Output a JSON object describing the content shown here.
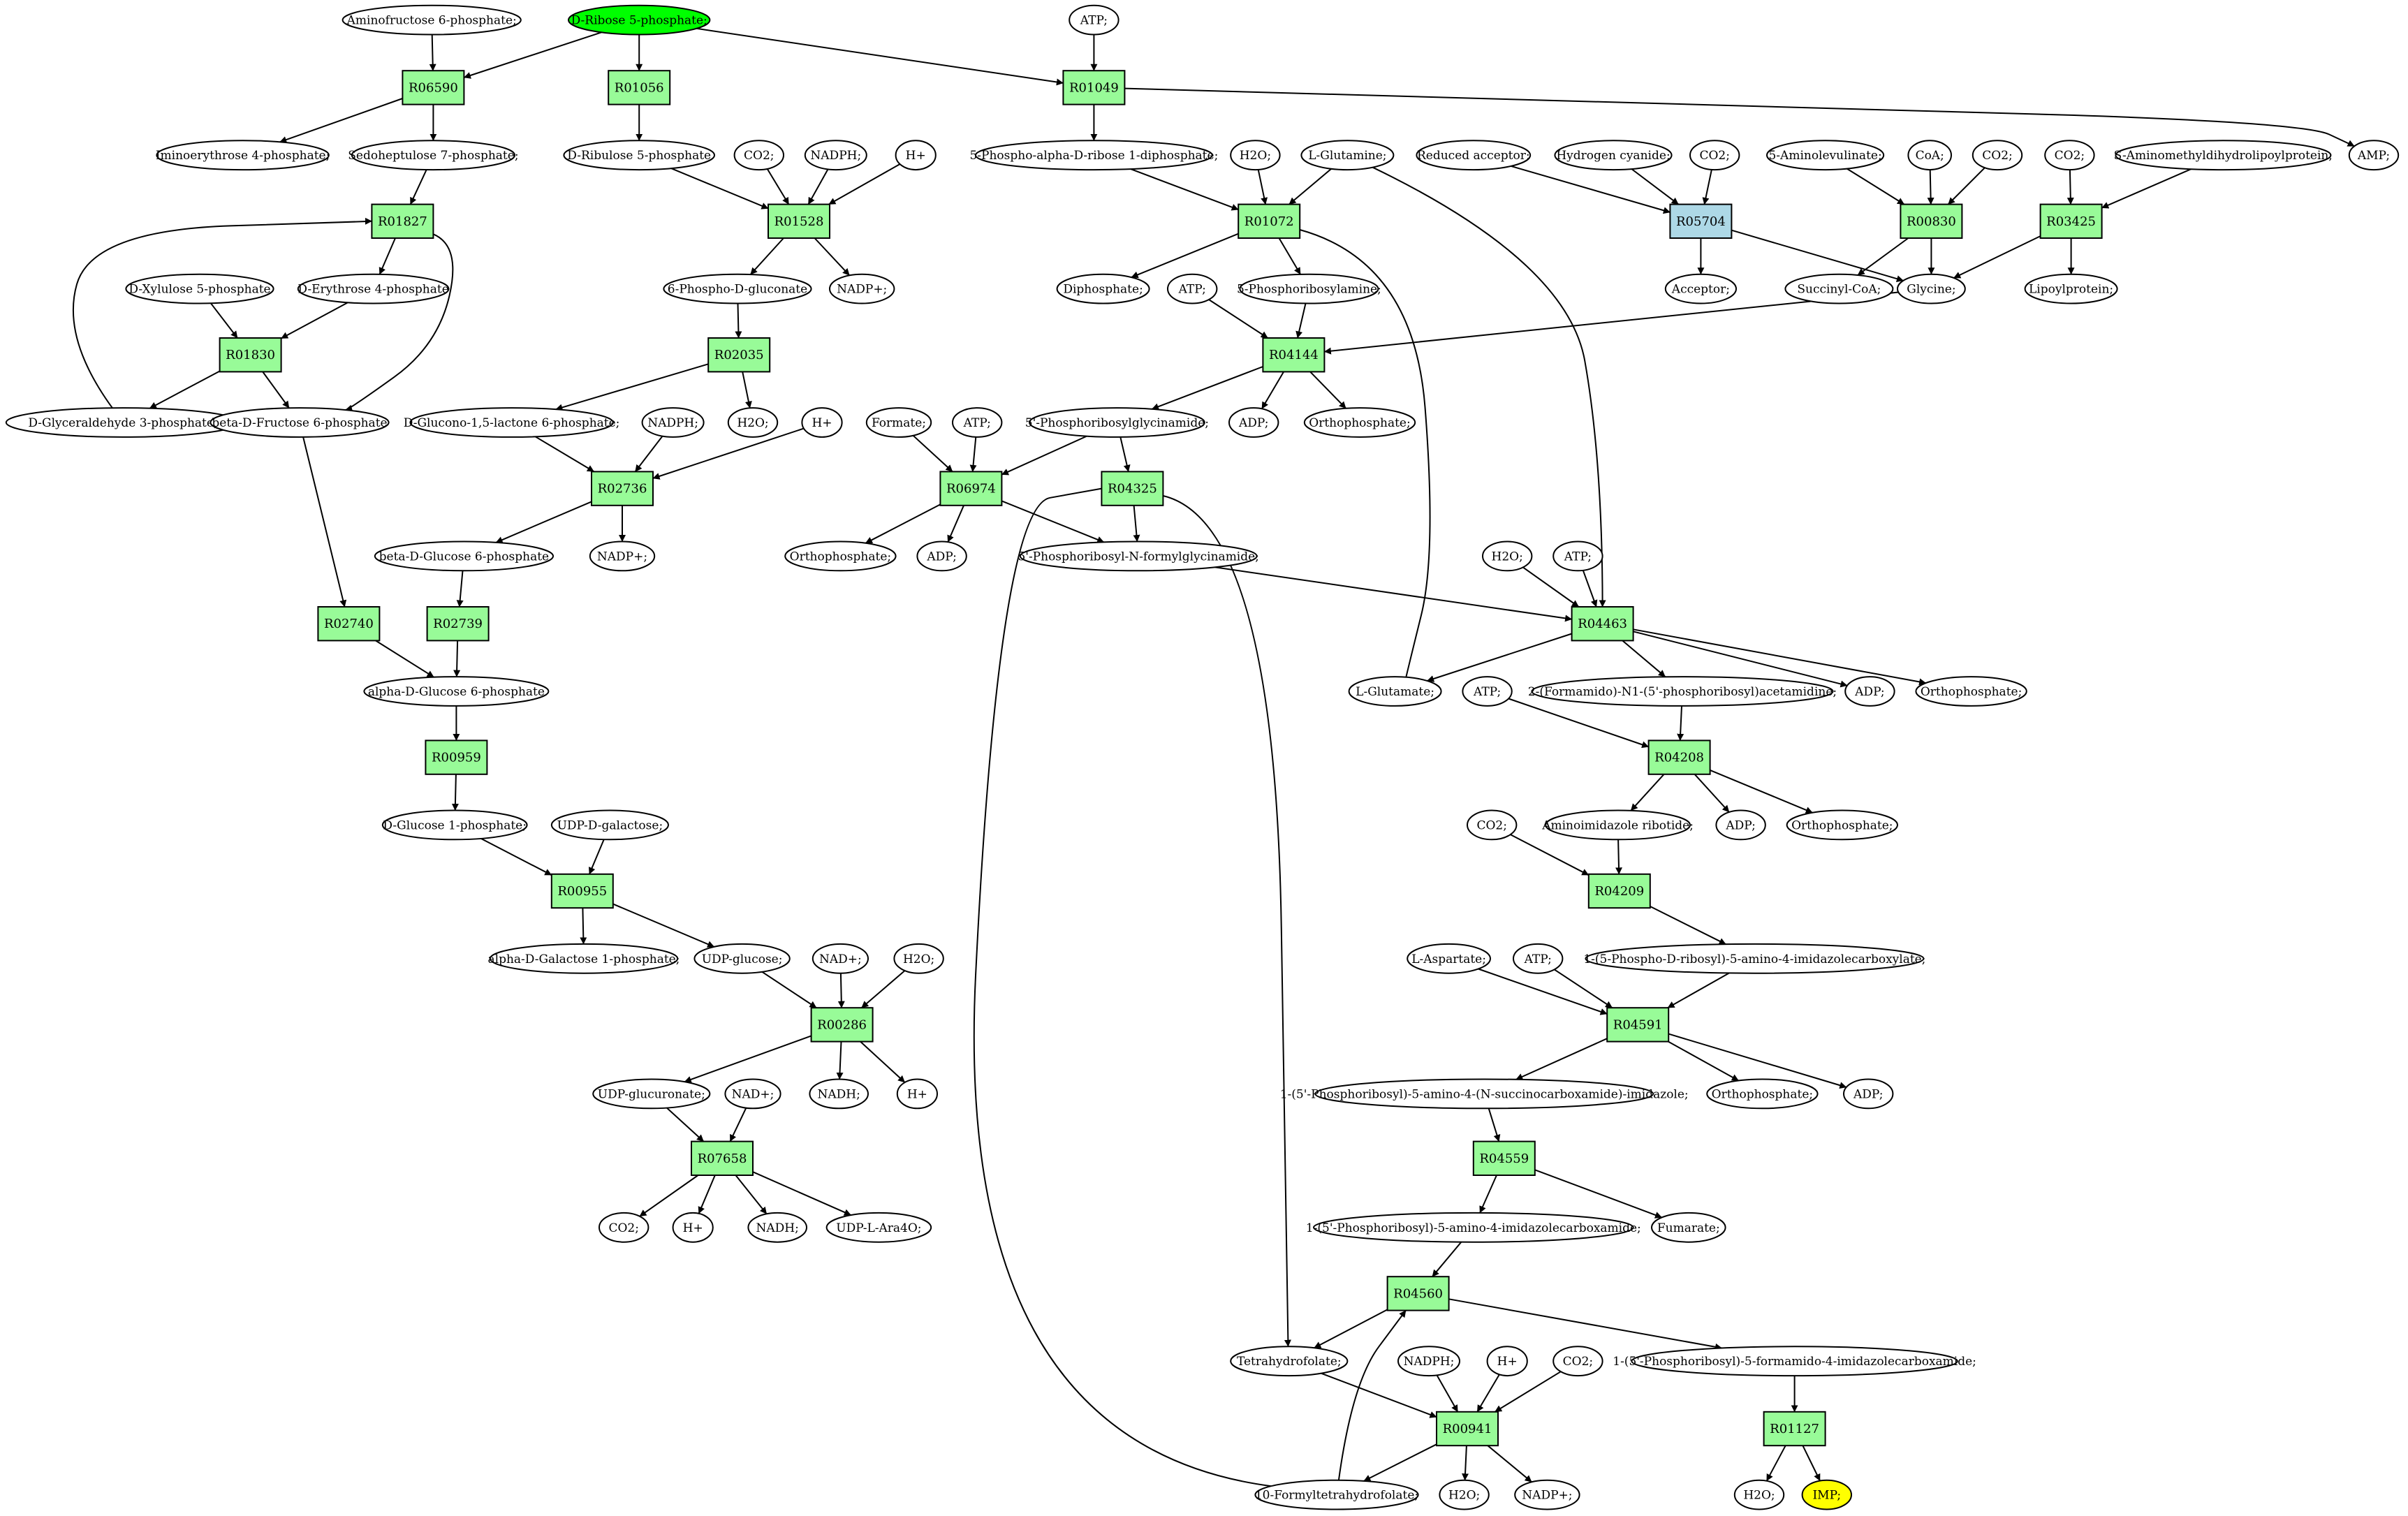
{
  "diagram": {
    "colors": {
      "reaction": "#98FB98",
      "reaction_highlight": "#ADD8E6",
      "start_compound": "#00FF00",
      "end_compound": "#FFFF00",
      "compound": "#FFFFFF",
      "stroke": "#000000"
    },
    "compounds": [
      {
        "id": "c_aminofructose",
        "label": "Aminofructose 6-phosphate;"
      },
      {
        "id": "c_ribose5p",
        "label": "D-Ribose 5-phosphate;",
        "role": "start"
      },
      {
        "id": "c_atp1",
        "label": "ATP;"
      },
      {
        "id": "c_iminoerythrose",
        "label": "Iminoerythrose 4-phosphate;"
      },
      {
        "id": "c_sedoheptulose",
        "label": "Sedoheptulose 7-phosphate;"
      },
      {
        "id": "c_ribulose5p",
        "label": "D-Ribulose 5-phosphate"
      },
      {
        "id": "c_co2_a",
        "label": "CO2;"
      },
      {
        "id": "c_nadph_a",
        "label": "NADPH;"
      },
      {
        "id": "c_hplus_a",
        "label": "H+"
      },
      {
        "id": "c_prpp",
        "label": "5-Phospho-alpha-D-ribose 1-diphosphate;"
      },
      {
        "id": "c_h2o_a",
        "label": "H2O;"
      },
      {
        "id": "c_glutamine",
        "label": "L-Glutamine;"
      },
      {
        "id": "c_redacceptor",
        "label": "Reduced acceptor;"
      },
      {
        "id": "c_hcn",
        "label": "Hydrogen cyanide;"
      },
      {
        "id": "c_co2_b",
        "label": "CO2;"
      },
      {
        "id": "c_ala",
        "label": "5-Aminolevulinate;"
      },
      {
        "id": "c_coa",
        "label": "CoA;"
      },
      {
        "id": "c_co2_c",
        "label": "CO2;"
      },
      {
        "id": "c_co2_d",
        "label": "CO2;"
      },
      {
        "id": "c_smdlp",
        "label": "S-Aminomethyldihydrolipoylprotein;"
      },
      {
        "id": "c_amp",
        "label": "AMP;"
      },
      {
        "id": "c_xylulose5p",
        "label": "D-Xylulose 5-phosphate"
      },
      {
        "id": "c_erythrose4p",
        "label": "D-Erythrose 4-phosphate"
      },
      {
        "id": "c_6pg",
        "label": "6-Phospho-D-gluconate"
      },
      {
        "id": "c_nadp_a",
        "label": "NADP+;"
      },
      {
        "id": "c_diphosphate",
        "label": "Diphosphate;"
      },
      {
        "id": "c_pra",
        "label": "5-Phosphoribosylamine;"
      },
      {
        "id": "c_atp2",
        "label": "ATP;"
      },
      {
        "id": "c_acceptor",
        "label": "Acceptor;"
      },
      {
        "id": "c_succoa",
        "label": "Succinyl-CoA;"
      },
      {
        "id": "c_glycine",
        "label": "Glycine;"
      },
      {
        "id": "c_lipoylprotein",
        "label": "Lipoylprotein;"
      },
      {
        "id": "c_g3p",
        "label": "D-Glyceraldehyde 3-phosphate;"
      },
      {
        "id": "c_f6p",
        "label": "beta-D-Fructose 6-phosphate"
      },
      {
        "id": "c_gluconolactone",
        "label": "D-Glucono-1,5-lactone 6-phosphate;"
      },
      {
        "id": "c_nadph_b",
        "label": "NADPH;"
      },
      {
        "id": "c_h2o_b",
        "label": "H2O;"
      },
      {
        "id": "c_hplus_b",
        "label": "H+"
      },
      {
        "id": "c_formate",
        "label": "Formate;"
      },
      {
        "id": "c_atp3",
        "label": "ATP;"
      },
      {
        "id": "c_gar",
        "label": "5'-Phosphoribosylglycinamide;"
      },
      {
        "id": "c_adp_a",
        "label": "ADP;"
      },
      {
        "id": "c_pi_a",
        "label": "Orthophosphate;"
      },
      {
        "id": "c_pi_b",
        "label": "Orthophosphate;"
      },
      {
        "id": "c_adp_b",
        "label": "ADP;"
      },
      {
        "id": "c_fgar",
        "label": "5'-Phosphoribosyl-N-formylglycinamide;"
      },
      {
        "id": "c_bg6p",
        "label": "beta-D-Glucose 6-phosphate"
      },
      {
        "id": "c_nadp_b",
        "label": "NADP+;"
      },
      {
        "id": "c_h2o_c",
        "label": "H2O;"
      },
      {
        "id": "c_atp4",
        "label": "ATP;"
      },
      {
        "id": "c_ag6p",
        "label": "alpha-D-Glucose 6-phosphate"
      },
      {
        "id": "c_glutamate",
        "label": "L-Glutamate;"
      },
      {
        "id": "c_fgam",
        "label": "2-(Formamido)-N1-(5'-phosphoribosyl)acetamidine;"
      },
      {
        "id": "c_adp_c",
        "label": "ADP;"
      },
      {
        "id": "c_pi_c",
        "label": "Orthophosphate;"
      },
      {
        "id": "c_atp5",
        "label": "ATP;"
      },
      {
        "id": "c_g1p",
        "label": "D-Glucose 1-phosphate;"
      },
      {
        "id": "c_udpgal",
        "label": "UDP-D-galactose;"
      },
      {
        "id": "c_co2_e",
        "label": "CO2;"
      },
      {
        "id": "c_air",
        "label": "Aminoimidazole ribotide;"
      },
      {
        "id": "c_adp_d",
        "label": "ADP;"
      },
      {
        "id": "c_pi_d",
        "label": "Orthophosphate;"
      },
      {
        "id": "c_gal1p",
        "label": "alpha-D-Galactose 1-phosphate;"
      },
      {
        "id": "c_udpglc",
        "label": "UDP-glucose;"
      },
      {
        "id": "c_nad_a",
        "label": "NAD+;"
      },
      {
        "id": "c_h2o_d",
        "label": "H2O;"
      },
      {
        "id": "c_cair",
        "label": "1-(5-Phospho-D-ribosyl)-5-amino-4-imidazolecarboxylate;"
      },
      {
        "id": "c_aspartate",
        "label": "L-Aspartate;"
      },
      {
        "id": "c_atp6",
        "label": "ATP;"
      },
      {
        "id": "c_udpglcua",
        "label": "UDP-glucuronate;"
      },
      {
        "id": "c_nad_b",
        "label": "NAD+;"
      },
      {
        "id": "c_nadh_a",
        "label": "NADH;"
      },
      {
        "id": "c_hplus_c",
        "label": "H+"
      },
      {
        "id": "c_saicar",
        "label": "1-(5'-Phosphoribosyl)-5-amino-4-(N-succinocarboxamide)-imidazole;"
      },
      {
        "id": "c_pi_e",
        "label": "Orthophosphate;"
      },
      {
        "id": "c_adp_e",
        "label": "ADP;"
      },
      {
        "id": "c_co2_f",
        "label": "CO2;"
      },
      {
        "id": "c_hplus_d",
        "label": "H+"
      },
      {
        "id": "c_nadh_b",
        "label": "NADH;"
      },
      {
        "id": "c_udpara4o",
        "label": "UDP-L-Ara4O;"
      },
      {
        "id": "c_aicar",
        "label": "1-(5'-Phosphoribosyl)-5-amino-4-imidazolecarboxamide;"
      },
      {
        "id": "c_fumarate",
        "label": "Fumarate;"
      },
      {
        "id": "c_thf",
        "label": "Tetrahydrofolate;"
      },
      {
        "id": "c_nadph_c",
        "label": "NADPH;"
      },
      {
        "id": "c_hplus_e",
        "label": "H+"
      },
      {
        "id": "c_co2_g",
        "label": "CO2;"
      },
      {
        "id": "c_faicar",
        "label": "1-(5'-Phosphoribosyl)-5-formamido-4-imidazolecarboxamide;"
      },
      {
        "id": "c_10fthf",
        "label": "10-Formyltetrahydrofolate;"
      },
      {
        "id": "c_h2o_e",
        "label": "H2O;"
      },
      {
        "id": "c_nadp_c",
        "label": "NADP+;"
      },
      {
        "id": "c_h2o_f",
        "label": "H2O;"
      },
      {
        "id": "c_imp",
        "label": "IMP;",
        "role": "end"
      }
    ],
    "reactions": [
      {
        "id": "R06590",
        "label": "R06590"
      },
      {
        "id": "R01056",
        "label": "R01056"
      },
      {
        "id": "R01049",
        "label": "R01049"
      },
      {
        "id": "R01827",
        "label": "R01827"
      },
      {
        "id": "R01528",
        "label": "R01528"
      },
      {
        "id": "R01072",
        "label": "R01072"
      },
      {
        "id": "R05704",
        "label": "R05704",
        "highlight": true
      },
      {
        "id": "R00830",
        "label": "R00830"
      },
      {
        "id": "R03425",
        "label": "R03425"
      },
      {
        "id": "R01830",
        "label": "R01830"
      },
      {
        "id": "R02035",
        "label": "R02035"
      },
      {
        "id": "R04144",
        "label": "R04144"
      },
      {
        "id": "R02736",
        "label": "R02736"
      },
      {
        "id": "R06974",
        "label": "R06974"
      },
      {
        "id": "R04325",
        "label": "R04325"
      },
      {
        "id": "R02740",
        "label": "R02740"
      },
      {
        "id": "R02739",
        "label": "R02739"
      },
      {
        "id": "R04463",
        "label": "R04463"
      },
      {
        "id": "R00959",
        "label": "R00959"
      },
      {
        "id": "R04208",
        "label": "R04208"
      },
      {
        "id": "R00955",
        "label": "R00955"
      },
      {
        "id": "R04209",
        "label": "R04209"
      },
      {
        "id": "R00286",
        "label": "R00286"
      },
      {
        "id": "R04591",
        "label": "R04591"
      },
      {
        "id": "R07658",
        "label": "R07658"
      },
      {
        "id": "R04559",
        "label": "R04559"
      },
      {
        "id": "R04560",
        "label": "R04560"
      },
      {
        "id": "R00941",
        "label": "R00941"
      },
      {
        "id": "R01127",
        "label": "R01127"
      }
    ],
    "edges": [
      [
        "c_aminofructose",
        "R06590"
      ],
      [
        "c_ribose5p",
        "R06590"
      ],
      [
        "R06590",
        "c_iminoerythrose"
      ],
      [
        "R06590",
        "c_sedoheptulose"
      ],
      [
        "c_ribose5p",
        "R01056"
      ],
      [
        "R01056",
        "c_ribulose5p"
      ],
      [
        "c_ribose5p",
        "R01049"
      ],
      [
        "c_atp1",
        "R01049"
      ],
      [
        "R01049",
        "c_prpp"
      ],
      [
        "R01049",
        "c_amp"
      ],
      [
        "c_sedoheptulose",
        "R01827"
      ],
      [
        "c_g3p",
        "R01827"
      ],
      [
        "R01827",
        "c_erythrose4p"
      ],
      [
        "R01827",
        "c_f6p"
      ],
      [
        "c_xylulose5p",
        "R01830"
      ],
      [
        "c_erythrose4p",
        "R01830"
      ],
      [
        "R01830",
        "c_g3p"
      ],
      [
        "R01830",
        "c_f6p"
      ],
      [
        "c_ribulose5p",
        "R01528"
      ],
      [
        "c_co2_a",
        "R01528"
      ],
      [
        "c_nadph_a",
        "R01528"
      ],
      [
        "c_hplus_a",
        "R01528"
      ],
      [
        "R01528",
        "c_6pg"
      ],
      [
        "R01528",
        "c_nadp_a"
      ],
      [
        "c_6pg",
        "R02035"
      ],
      [
        "R02035",
        "c_gluconolactone"
      ],
      [
        "R02035",
        "c_h2o_b"
      ],
      [
        "c_gluconolactone",
        "R02736"
      ],
      [
        "c_nadph_b",
        "R02736"
      ],
      [
        "c_hplus_b",
        "R02736"
      ],
      [
        "R02736",
        "c_bg6p"
      ],
      [
        "R02736",
        "c_nadp_b"
      ],
      [
        "c_f6p",
        "R02740"
      ],
      [
        "R02740",
        "c_ag6p"
      ],
      [
        "c_bg6p",
        "R02739"
      ],
      [
        "R02739",
        "c_ag6p"
      ],
      [
        "c_ag6p",
        "R00959"
      ],
      [
        "R00959",
        "c_g1p"
      ],
      [
        "c_g1p",
        "R00955"
      ],
      [
        "c_udpgal",
        "R00955"
      ],
      [
        "R00955",
        "c_gal1p"
      ],
      [
        "R00955",
        "c_udpglc"
      ],
      [
        "c_udpglc",
        "R00286"
      ],
      [
        "c_nad_a",
        "R00286"
      ],
      [
        "c_h2o_d",
        "R00286"
      ],
      [
        "R00286",
        "c_udpglcua"
      ],
      [
        "R00286",
        "c_nadh_a"
      ],
      [
        "R00286",
        "c_hplus_c"
      ],
      [
        "c_udpglcua",
        "R07658"
      ],
      [
        "c_nad_b",
        "R07658"
      ],
      [
        "R07658",
        "c_co2_f"
      ],
      [
        "R07658",
        "c_hplus_d"
      ],
      [
        "R07658",
        "c_nadh_b"
      ],
      [
        "R07658",
        "c_udpara4o"
      ],
      [
        "c_prpp",
        "R01072"
      ],
      [
        "c_h2o_a",
        "R01072"
      ],
      [
        "c_glutamine",
        "R01072"
      ],
      [
        "R01072",
        "c_diphosphate"
      ],
      [
        "R01072",
        "c_pra"
      ],
      [
        "R01072",
        "c_glutamate"
      ],
      [
        "c_redacceptor",
        "R05704"
      ],
      [
        "c_hcn",
        "R05704"
      ],
      [
        "c_co2_b",
        "R05704"
      ],
      [
        "R05704",
        "c_acceptor"
      ],
      [
        "R05704",
        "c_glycine"
      ],
      [
        "c_ala",
        "R00830"
      ],
      [
        "c_coa",
        "R00830"
      ],
      [
        "c_co2_c",
        "R00830"
      ],
      [
        "R00830",
        "c_succoa"
      ],
      [
        "R00830",
        "c_glycine"
      ],
      [
        "c_co2_d",
        "R03425"
      ],
      [
        "c_smdlp",
        "R03425"
      ],
      [
        "R03425",
        "c_glycine"
      ],
      [
        "R03425",
        "c_lipoylprotein"
      ],
      [
        "c_atp2",
        "R04144"
      ],
      [
        "c_pra",
        "R04144"
      ],
      [
        "c_glycine",
        "R04144"
      ],
      [
        "R04144",
        "c_gar"
      ],
      [
        "R04144",
        "c_adp_a"
      ],
      [
        "R04144",
        "c_pi_a"
      ],
      [
        "c_formate",
        "R06974"
      ],
      [
        "c_atp3",
        "R06974"
      ],
      [
        "c_gar",
        "R06974"
      ],
      [
        "R06974",
        "c_pi_b"
      ],
      [
        "R06974",
        "c_adp_b"
      ],
      [
        "R06974",
        "c_fgar"
      ],
      [
        "c_gar",
        "R04325"
      ],
      [
        "c_10fthf",
        "R04325"
      ],
      [
        "R04325",
        "c_fgar"
      ],
      [
        "R04325",
        "c_thf"
      ],
      [
        "c_fgar",
        "R04463"
      ],
      [
        "c_h2o_c",
        "R04463"
      ],
      [
        "c_atp4",
        "R04463"
      ],
      [
        "c_glutamine",
        "R04463"
      ],
      [
        "R04463",
        "c_glutamate"
      ],
      [
        "R04463",
        "c_fgam"
      ],
      [
        "R04463",
        "c_adp_c"
      ],
      [
        "R04463",
        "c_pi_c"
      ],
      [
        "c_atp5",
        "R04208"
      ],
      [
        "c_fgam",
        "R04208"
      ],
      [
        "R04208",
        "c_air"
      ],
      [
        "R04208",
        "c_adp_d"
      ],
      [
        "R04208",
        "c_pi_d"
      ],
      [
        "c_co2_e",
        "R04209"
      ],
      [
        "c_air",
        "R04209"
      ],
      [
        "R04209",
        "c_cair"
      ],
      [
        "c_aspartate",
        "R04591"
      ],
      [
        "c_atp6",
        "R04591"
      ],
      [
        "c_cair",
        "R04591"
      ],
      [
        "R04591",
        "c_saicar"
      ],
      [
        "R04591",
        "c_pi_e"
      ],
      [
        "R04591",
        "c_adp_e"
      ],
      [
        "c_saicar",
        "R04559"
      ],
      [
        "R04559",
        "c_aicar"
      ],
      [
        "R04559",
        "c_fumarate"
      ],
      [
        "c_aicar",
        "R04560"
      ],
      [
        "c_10fthf",
        "R04560"
      ],
      [
        "R04560",
        "c_thf"
      ],
      [
        "R04560",
        "c_faicar"
      ],
      [
        "c_thf",
        "R00941"
      ],
      [
        "c_nadph_c",
        "R00941"
      ],
      [
        "c_hplus_e",
        "R00941"
      ],
      [
        "c_co2_g",
        "R00941"
      ],
      [
        "R00941",
        "c_10fthf"
      ],
      [
        "R00941",
        "c_h2o_e"
      ],
      [
        "R00941",
        "c_nadp_c"
      ],
      [
        "c_faicar",
        "R01127"
      ],
      [
        "R01127",
        "c_h2o_f"
      ],
      [
        "R01127",
        "c_imp"
      ]
    ]
  }
}
